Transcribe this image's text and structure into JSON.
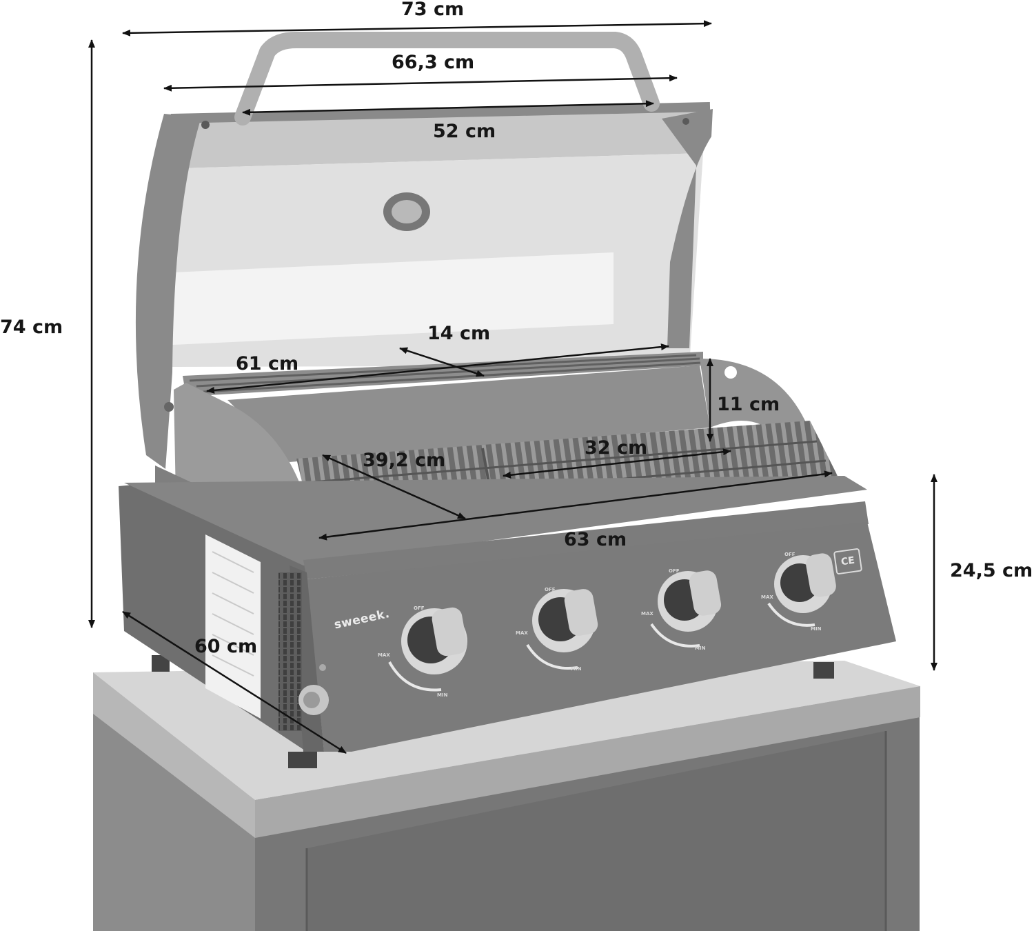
{
  "brand": "sweeek.",
  "certification_mark": "CE",
  "knob_labels": {
    "off": "OFF",
    "max": "MAX",
    "min": "MIN"
  },
  "dimensions": {
    "total_width": "73 cm",
    "lid_width": "66,3 cm",
    "handle_width": "52 cm",
    "total_height": "74 cm",
    "warming_rack_width": "61 cm",
    "warming_rack_depth": "14 cm",
    "warming_rack_height": "11 cm",
    "cooking_grill_depth": "39,2 cm",
    "cooking_grill_half_width": "32 cm",
    "cooking_grill_width": "63 cm",
    "body_depth": "60 cm",
    "body_height": "24,5 cm"
  },
  "colors": {
    "background": "#ffffff",
    "grill_body": "#7a7a7a",
    "stainless_steel": "#bdbdbd",
    "dimension_lines": "#111111"
  }
}
